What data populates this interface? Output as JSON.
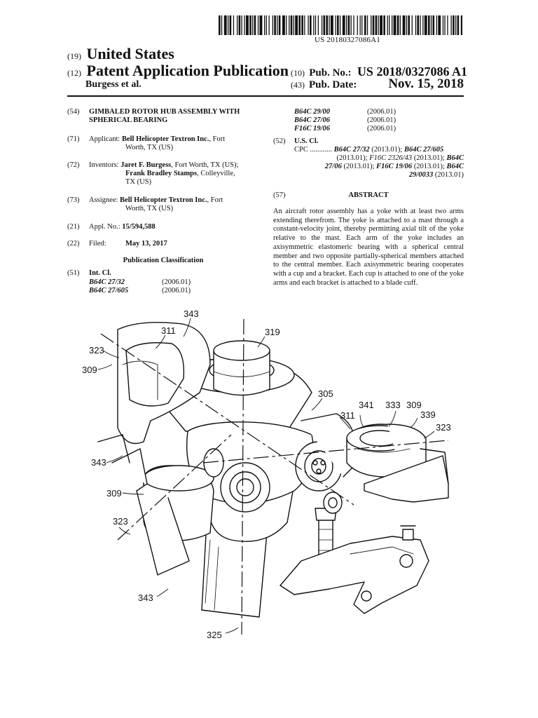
{
  "header": {
    "publication_number": "US 20180327086A1",
    "country_code": "(19)",
    "country": "United States",
    "type_code": "(12)",
    "type": "Patent Application Publication",
    "authors": "Burgess et al.",
    "pub_no_code": "(10)",
    "pub_no_label": "Pub. No.:",
    "pub_no_value": "US 2018/0327086 A1",
    "pub_date_code": "(43)",
    "pub_date_label": "Pub. Date:",
    "pub_date_value": "Nov. 15, 2018"
  },
  "left": {
    "title_code": "(54)",
    "title_line1": "GIMBALED ROTOR HUB ASSEMBLY WITH",
    "title_line2": "SPHERICAL BEARING",
    "applicant_code": "(71)",
    "applicant_label": "Applicant:",
    "applicant_name": "Bell Helicopter Textron Inc.",
    "applicant_loc1": ", Fort",
    "applicant_loc2": "Worth, TX (US)",
    "inventors_code": "(72)",
    "inventors_label": "Inventors:",
    "inventor1_name": "Jaret F. Burgess",
    "inventor1_loc": ", Fort Worth, TX (US);",
    "inventor2_name": "Frank Bradley Stamps",
    "inventor2_loc": ", Colleyville,",
    "inventor2_loc2": "TX (US)",
    "assignee_code": "(73)",
    "assignee_label": "Assignee:",
    "assignee_name": "Bell Helicopter Textron Inc.",
    "assignee_loc1": ", Fort",
    "assignee_loc2": "Worth, TX (US)",
    "appl_code": "(21)",
    "appl_label": "Appl. No.:",
    "appl_value": "15/594,588",
    "filed_code": "(22)",
    "filed_label": "Filed:",
    "filed_value": "May 13, 2017",
    "pub_class_heading": "Publication Classification",
    "intcl_code": "(51)",
    "intcl_label": "Int. Cl.",
    "intcl": [
      {
        "cls": "B64C 27/32",
        "ver": "(2006.01)"
      },
      {
        "cls": "B64C 27/605",
        "ver": "(2006.01)"
      }
    ]
  },
  "right": {
    "intcl_cont": [
      {
        "cls": "B64C 29/00",
        "ver": "(2006.01)"
      },
      {
        "cls": "B64C 27/06",
        "ver": "(2006.01)"
      },
      {
        "cls": "F16C 19/06",
        "ver": "(2006.01)"
      }
    ],
    "uscl_code": "(52)",
    "uscl_label": "U.S. Cl.",
    "cpc_label": "CPC ............",
    "cpc_l1_b": "B64C 27/32",
    "cpc_l1_n": " (2013.01); ",
    "cpc_l1_b2": "B64C 27/605",
    "cpc_l2_n": "(2013.01); ",
    "cpc_l2_i": "F16C 2326/43",
    "cpc_l2_n2": " (2013.01); ",
    "cpc_l2_b": "B64C",
    "cpc_l3_b": "27/06",
    "cpc_l3_n": " (2013.01); ",
    "cpc_l3_b2": "F16C 19/06",
    "cpc_l3_n2": " (2013.01); ",
    "cpc_l3_b3": "B64C",
    "cpc_l4_b": "29/0033",
    "cpc_l4_n": " (2013.01)",
    "abstract_code": "(57)",
    "abstract_heading": "ABSTRACT",
    "abstract_text": "An aircraft rotor assembly has a yoke with at least two arms extending therefrom. The yoke is attached to a mast through a constant-velocity joint, thereby permitting axial tilt of the yoke relative to the mast. Each arm of the yoke includes an axisymmetric elastomeric bearing with a spherical central member and two opposite partially-spherical members attached to the central member. Each axisymmetric bearing cooperates with a cup and a bracket. Each cup is attached to one of the yoke arms and each bracket is attached to a blade cuff."
  },
  "drawing": {
    "refs": {
      "r343a": "343",
      "r311a": "311",
      "r319": "319",
      "r323a": "323",
      "r309a": "309",
      "r305": "305",
      "r341": "341",
      "r333": "333",
      "r309b": "309",
      "r339": "339",
      "r311b": "311",
      "r323b": "323",
      "r343b": "343",
      "r309c": "309",
      "r323c": "323",
      "r343c": "343",
      "r325": "325"
    }
  }
}
